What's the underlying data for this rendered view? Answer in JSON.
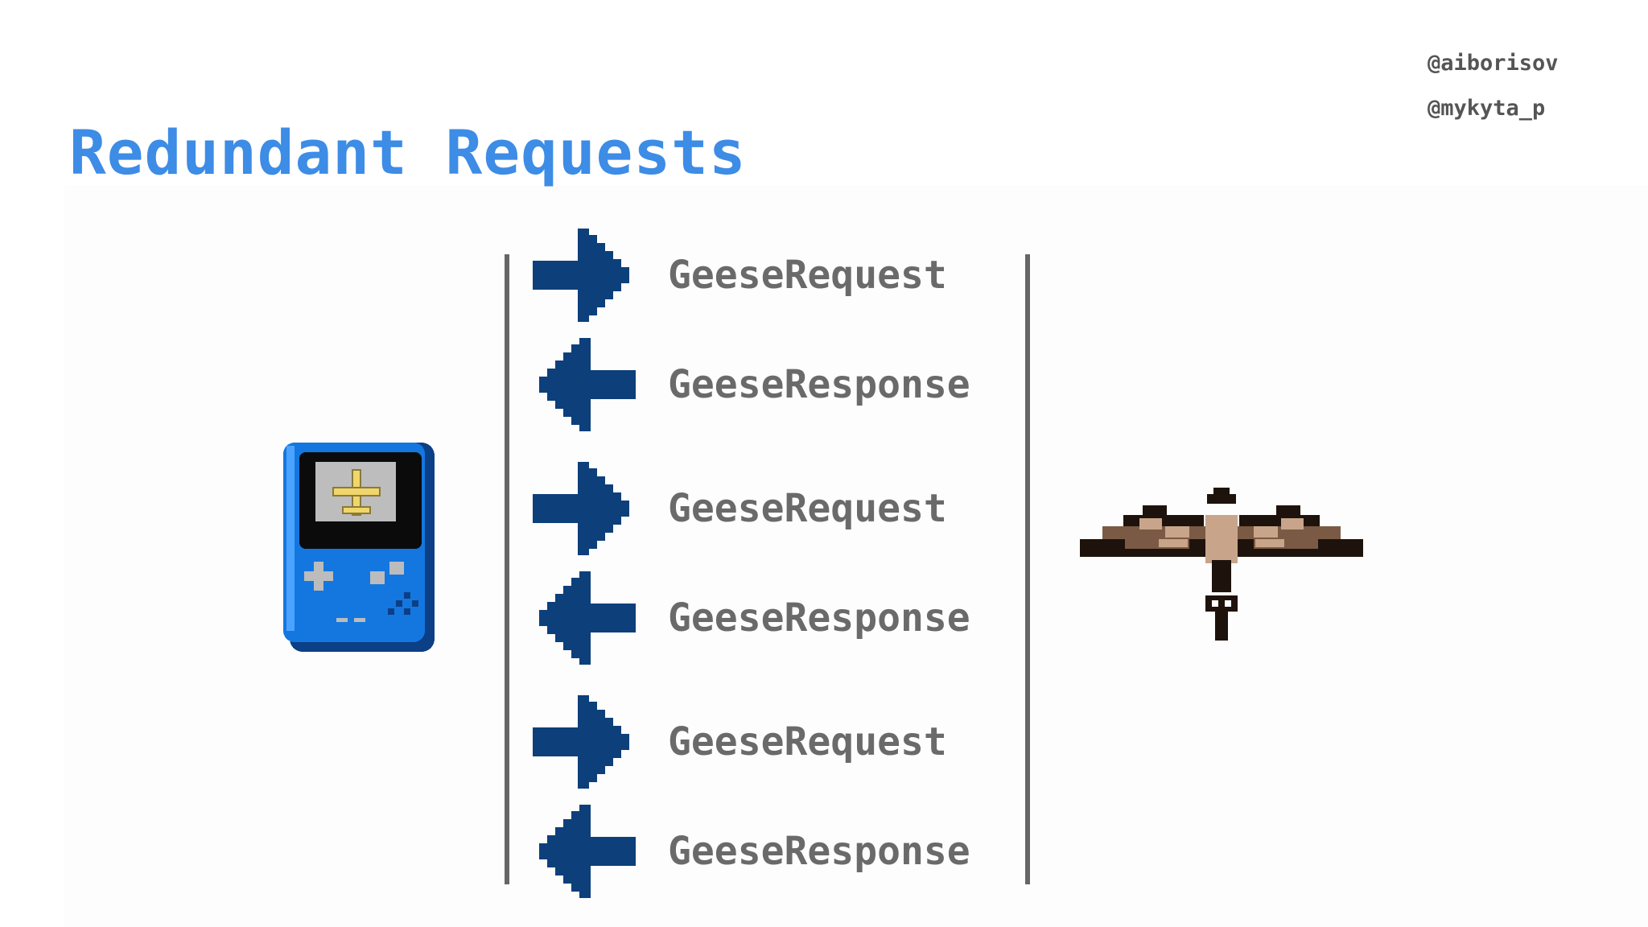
{
  "slide": {
    "title": "Redundant Requests",
    "handles": [
      "@aiborisov",
      "@mykyta_p"
    ]
  },
  "colors": {
    "title": "#3d8ce6",
    "arrow": "#0d3f7a",
    "label": "#6a6a6a",
    "lifeline": "#666666",
    "device_body": "#1477e0",
    "goose_dark": "#1e120c",
    "goose_brown": "#7a5a44",
    "goose_tan": "#c8a58a"
  },
  "diagram": {
    "client_icon": "handheld-game-console-icon",
    "server_icon": "goose-icon",
    "messages": [
      {
        "direction": "right",
        "label": "GeeseRequest"
      },
      {
        "direction": "left",
        "label": "GeeseResponse"
      },
      {
        "direction": "right",
        "label": "GeeseRequest"
      },
      {
        "direction": "left",
        "label": "GeeseResponse"
      },
      {
        "direction": "right",
        "label": "GeeseRequest"
      },
      {
        "direction": "left",
        "label": "GeeseResponse"
      }
    ]
  }
}
